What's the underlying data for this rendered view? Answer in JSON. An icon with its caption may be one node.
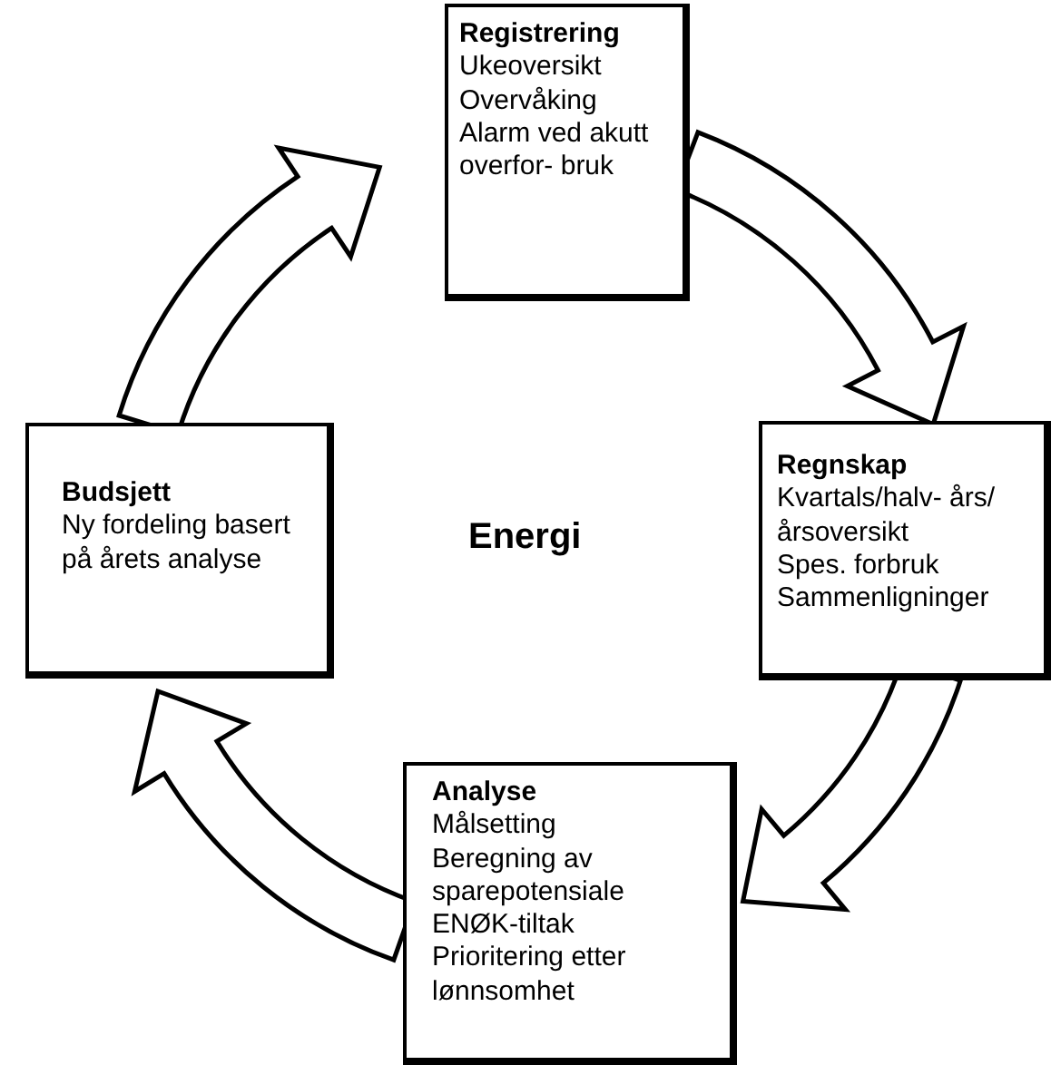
{
  "diagram": {
    "nodes": [
      {
        "text": [
          "Registrering",
          "Ukeoversikt",
          "Overvåking",
          "Alarm ved akutt overfor- bruk"
        ]
      },
      {
        "text": [
          "Regnskap",
          "Kvartals/halv- års/årsoversikt",
          "Spes. forbruk",
          "Sammenligninger"
        ]
      },
      {
        "text": [
          "Analyse",
          "Målsetting",
          "Beregning av sparepotensiale",
          "ENØK-tiltak",
          "Prioritering etter lønnsomhet"
        ]
      },
      {
        "text": [
          "Budsjett",
          "Ny fordeling basert på årets analyse"
        ]
      }
    ],
    "edges": [
      {
        "from": 0,
        "to": 1,
        "arrow": "to"
      },
      {
        "from": 1,
        "to": 2,
        "arrow": "to"
      },
      {
        "from": 2,
        "to": 3,
        "arrow": "to"
      },
      {
        "from": 3,
        "to": 0,
        "arrow": "to"
      }
    ],
    "labels": [
      "Energi"
    ]
  }
}
